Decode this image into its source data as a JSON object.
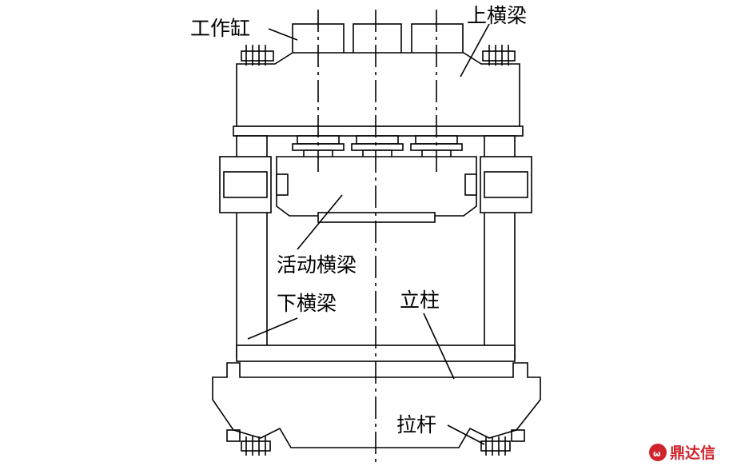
{
  "labels": {
    "cylinder": "工作缸",
    "upper_beam": "上横梁",
    "moving_beam": "活动横梁",
    "lower_beam": "下横梁",
    "column": "立柱",
    "tie_rod": "拉杆"
  },
  "watermark": {
    "text": "鼎达信",
    "color": "#d0232b"
  }
}
